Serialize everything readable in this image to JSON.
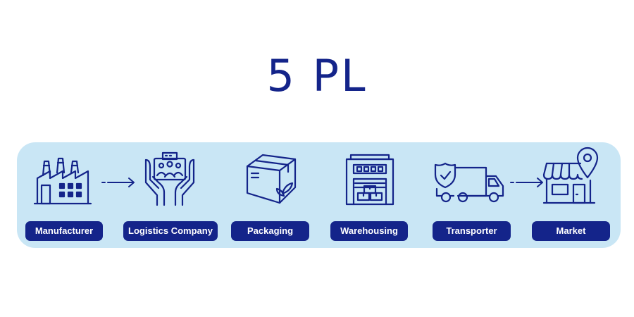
{
  "title": "5 PL",
  "colors": {
    "primary": "#14248a",
    "panel": "#c9e6f5",
    "pill_text": "#ffffff"
  },
  "steps": [
    {
      "label": "Manufacturer",
      "icon": "factory-icon"
    },
    {
      "label": "Logistics Company",
      "icon": "hands-with-team-icon"
    },
    {
      "label": "Packaging",
      "icon": "box-icon"
    },
    {
      "label": "Warehousing",
      "icon": "warehouse-icon"
    },
    {
      "label": "Transporter",
      "icon": "delivery-truck-icon"
    },
    {
      "label": "Market",
      "icon": "store-location-icon"
    }
  ],
  "arrows": [
    {
      "from": "Manufacturer",
      "to": "Logistics Company",
      "style": "dashed"
    },
    {
      "from": "Transporter",
      "to": "Market",
      "style": "dashed"
    }
  ]
}
